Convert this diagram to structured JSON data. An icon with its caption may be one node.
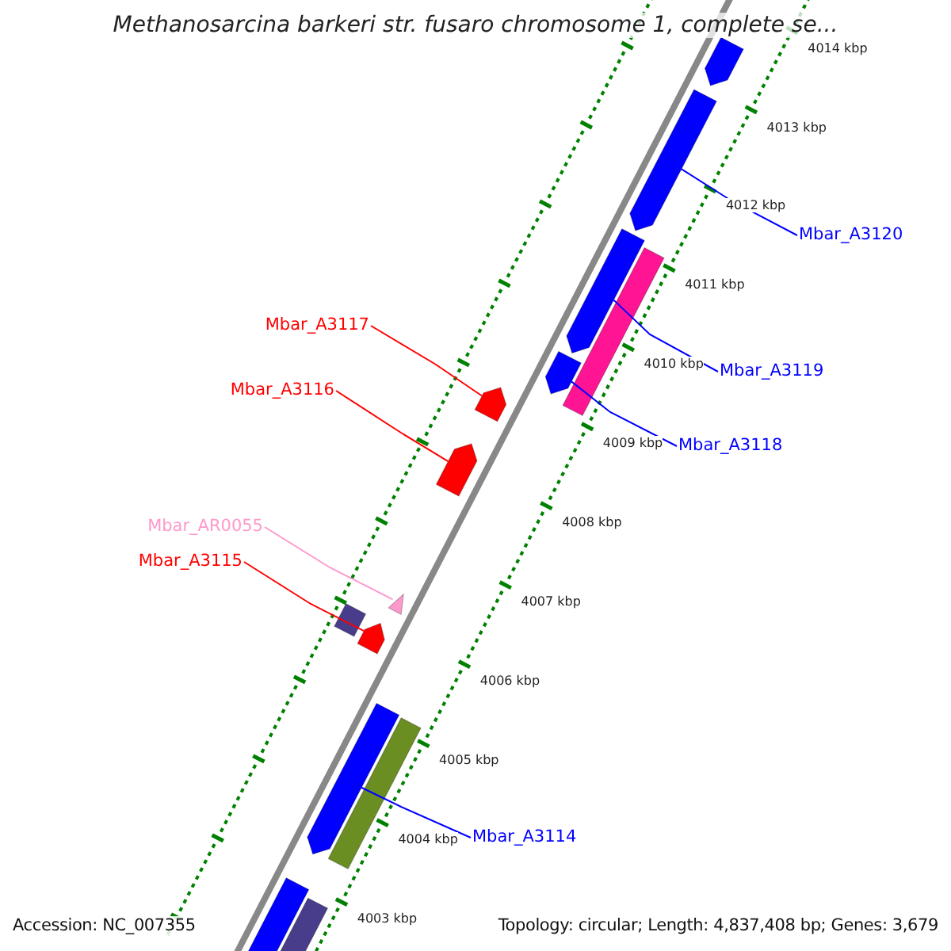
{
  "diagram": {
    "title": "Methanosarcina barkeri str. fusaro chromosome 1, complete se...",
    "nodes": [
      {
        "text": [
          "Mbar_A3120"
        ]
      },
      {
        "text": [
          "Mbar_A3117"
        ]
      },
      {
        "text": [
          "Mbar_A3116"
        ]
      },
      {
        "text": [
          "Mbar_A3119"
        ]
      },
      {
        "text": [
          "Mbar_A3118"
        ]
      },
      {
        "text": [
          "Mbar_AR0055"
        ]
      },
      {
        "text": [
          "Mbar_A3115"
        ]
      },
      {
        "text": [
          "Mbar_A3114"
        ]
      },
      {
        "text": [],
        "shape": "arrow"
      },
      {
        "text": [],
        "shape": "arrow"
      },
      {
        "text": [],
        "shape": "arrow"
      },
      {
        "text": [],
        "shape": "arrow"
      },
      {
        "text": [],
        "shape": "arrow"
      },
      {
        "text": [],
        "shape": "triangle"
      },
      {
        "text": [],
        "shape": "arrow"
      },
      {
        "text": [],
        "shape": "arrow"
      },
      {
        "text": [],
        "shape": "arrow"
      },
      {
        "text": [],
        "shape": "bar"
      },
      {
        "text": [],
        "shape": "bar"
      },
      {
        "text": [],
        "shape": "bar"
      },
      {
        "text": [],
        "shape": "arrow"
      },
      {
        "text": [],
        "shape": "bar"
      }
    ],
    "edges": [
      {
        "from": 0,
        "to": 8,
        "arrow": "none"
      },
      {
        "from": 1,
        "to": 11,
        "arrow": "none",
        "color": "#ff0000"
      },
      {
        "from": 2,
        "to": 12,
        "arrow": "none",
        "color": "#ff0000"
      },
      {
        "from": 3,
        "to": 9,
        "arrow": "none"
      },
      {
        "from": 4,
        "to": 10,
        "arrow": "none"
      },
      {
        "from": 5,
        "to": 13,
        "arrow": "none",
        "color": "#ff99cc"
      },
      {
        "from": 6,
        "to": 14,
        "arrow": "none",
        "color": "#ff0000"
      },
      {
        "from": 7,
        "to": 15,
        "arrow": "none"
      }
    ],
    "labels": [
      "4014 kbp",
      "4013 kbp",
      "4012 kbp",
      "4011 kbp",
      "4010 kbp",
      "4009 kbp",
      "4008 kbp",
      "4007 kbp",
      "4006 kbp",
      "4005 kbp",
      "4004 kbp",
      "4003 kbp",
      "Accession: NC_007355",
      "Topology: circular; Length: 4,837,408 bp; Genes: 3,679"
    ]
  }
}
